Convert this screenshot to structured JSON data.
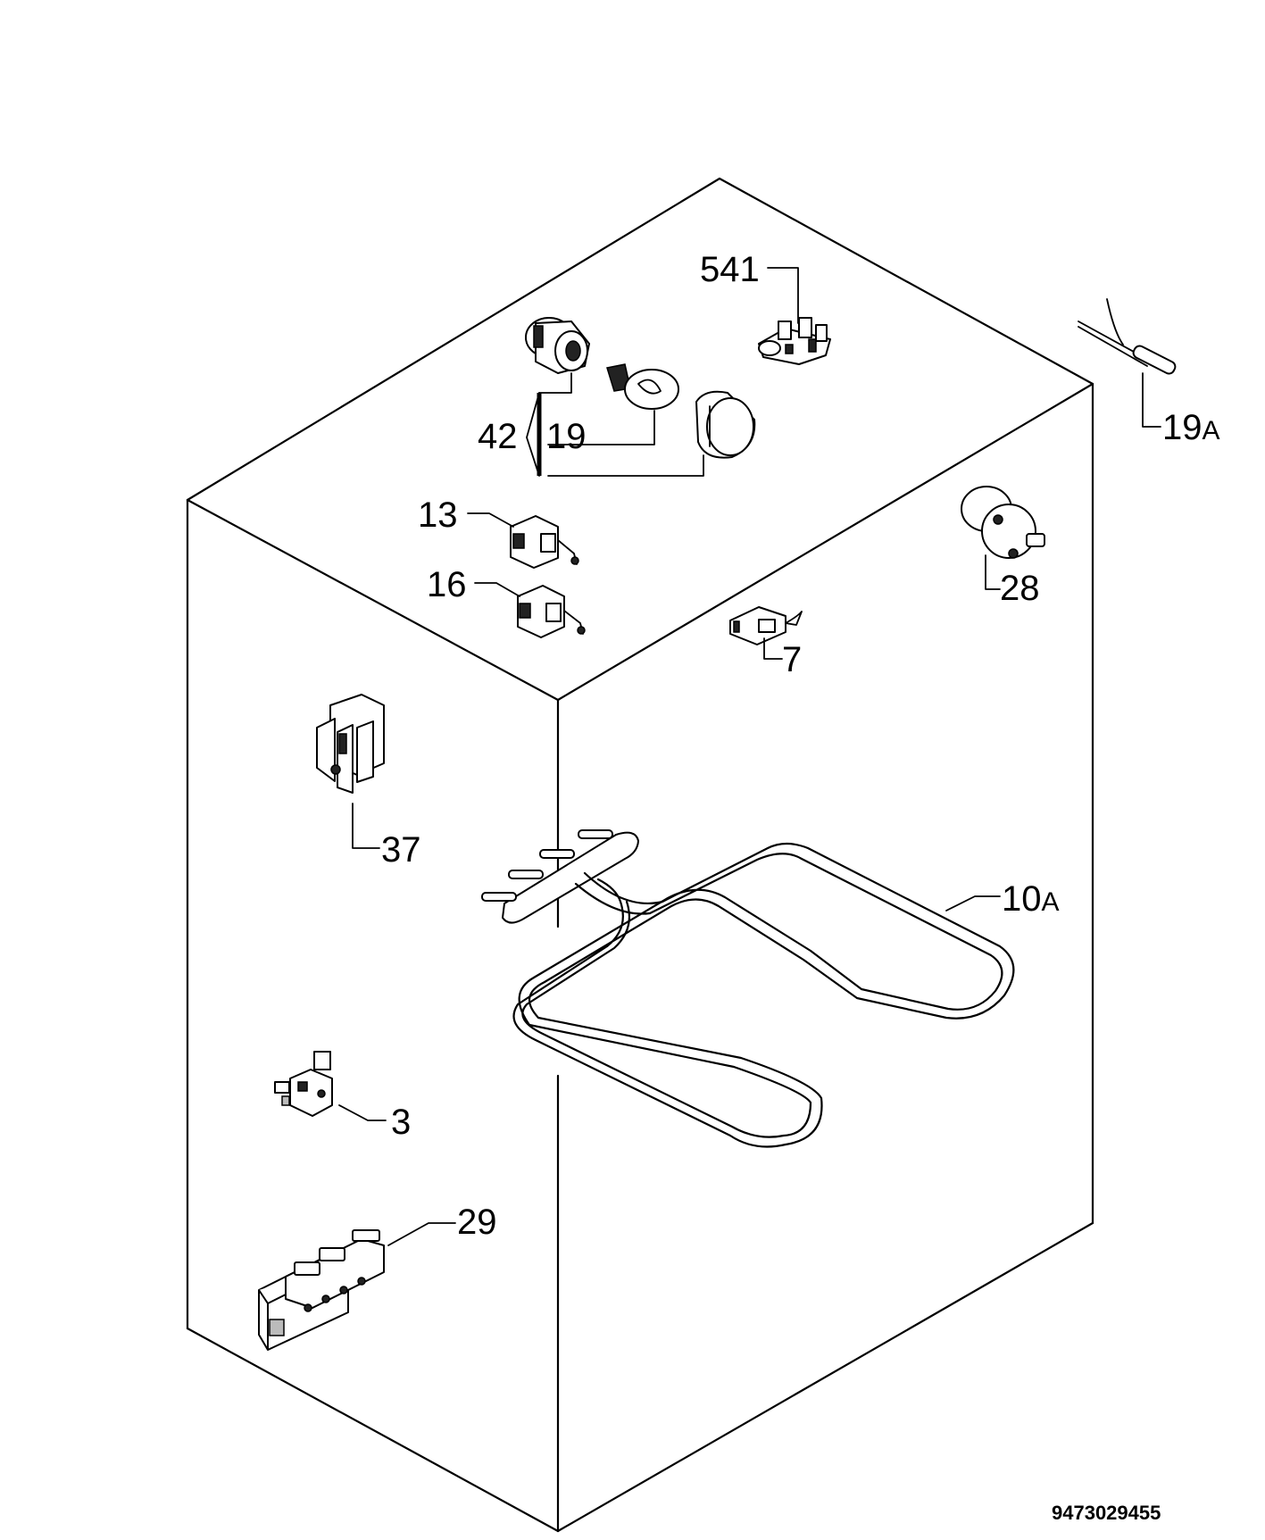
{
  "labels": {
    "p541": "541",
    "p19a_num": "19",
    "p19a_suffix": "A",
    "p42": "42",
    "p19": "19",
    "p13": "13",
    "p16": "16",
    "p28": "28",
    "p7": "7",
    "p37": "37",
    "p10a_num": "10",
    "p10a_suffix": "A",
    "p3": "3",
    "p29": "29"
  },
  "diagram_code": "9473029455"
}
